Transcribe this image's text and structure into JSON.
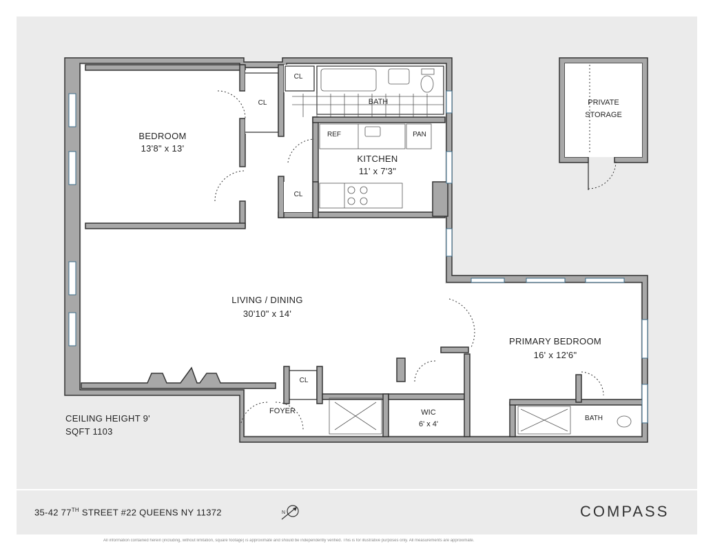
{
  "rooms": {
    "bedroom": {
      "name": "BEDROOM",
      "dims": "13'8\" x 13'"
    },
    "closet_bedroom": {
      "name": "CL"
    },
    "closet_hall_top": {
      "name": "CL"
    },
    "bath_top": {
      "name": "BATH"
    },
    "kitchen": {
      "name": "KITCHEN",
      "dims": "11' x 7'3\""
    },
    "ref": {
      "name": "REF"
    },
    "pantry": {
      "name": "PAN"
    },
    "closet_kitchen": {
      "name": "CL"
    },
    "living": {
      "name": "LIVING / DINING",
      "dims": "30'10\" x 14'"
    },
    "primary": {
      "name": "PRIMARY BEDROOM",
      "dims": "16' x 12'6\""
    },
    "closet_foyer": {
      "name": "CL"
    },
    "foyer": {
      "name": "FOYER"
    },
    "wic": {
      "name": "WIC",
      "dims": "6' x 4'"
    },
    "bath_primary": {
      "name": "BATH"
    },
    "storage": {
      "line1": "PRIVATE",
      "line2": "STORAGE"
    }
  },
  "stats": {
    "ceiling": "CEILING HEIGHT  9'",
    "sqft": "SQFT  1103"
  },
  "footer": {
    "address_pre": "35-42  77",
    "address_sup": "TH",
    "address_post": " STREET #22 QUEENS NY 11372",
    "brand": "COMPASS",
    "disclaimer": "All information contained herein (including, without limitation, square footage) is approximate and should be independently verified. This is for illustrative purposes only. All measurements are approximate."
  },
  "icons": {
    "compass_rose": "north-arrow-icon"
  }
}
